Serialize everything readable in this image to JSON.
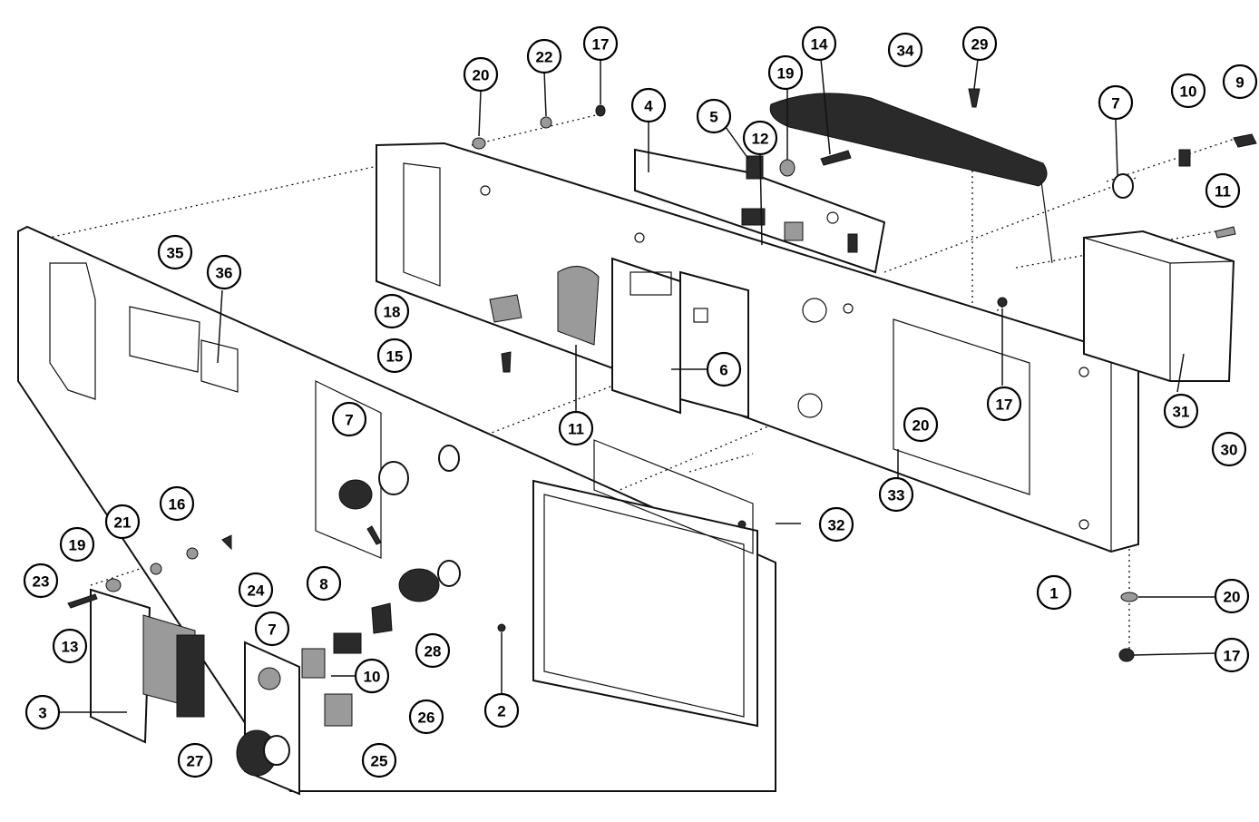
{
  "callouts": [
    {
      "id": "c1",
      "label": "20"
    },
    {
      "id": "c2",
      "label": "22"
    },
    {
      "id": "c3",
      "label": "17"
    },
    {
      "id": "c4",
      "label": "19"
    },
    {
      "id": "c5",
      "label": "14"
    },
    {
      "id": "c6",
      "label": "34"
    },
    {
      "id": "c7",
      "label": "29"
    },
    {
      "id": "c8",
      "label": "4"
    },
    {
      "id": "c9",
      "label": "5"
    },
    {
      "id": "c10",
      "label": "12"
    },
    {
      "id": "c11",
      "label": "7"
    },
    {
      "id": "c12",
      "label": "10"
    },
    {
      "id": "c13",
      "label": "9"
    },
    {
      "id": "c14",
      "label": "11"
    },
    {
      "id": "c15",
      "label": "35"
    },
    {
      "id": "c16",
      "label": "36"
    },
    {
      "id": "c17",
      "label": "18"
    },
    {
      "id": "c18",
      "label": "15"
    },
    {
      "id": "c19",
      "label": "6"
    },
    {
      "id": "c20",
      "label": "11"
    },
    {
      "id": "c21",
      "label": "7"
    },
    {
      "id": "c22",
      "label": "17"
    },
    {
      "id": "c23",
      "label": "20"
    },
    {
      "id": "c24",
      "label": "31"
    },
    {
      "id": "c25",
      "label": "30"
    },
    {
      "id": "c26",
      "label": "33"
    },
    {
      "id": "c27",
      "label": "32"
    },
    {
      "id": "c28",
      "label": "16"
    },
    {
      "id": "c29",
      "label": "21"
    },
    {
      "id": "c30",
      "label": "19"
    },
    {
      "id": "c31",
      "label": "23"
    },
    {
      "id": "c32",
      "label": "24"
    },
    {
      "id": "c33",
      "label": "8"
    },
    {
      "id": "c34",
      "label": "7"
    },
    {
      "id": "c35",
      "label": "13"
    },
    {
      "id": "c36",
      "label": "28"
    },
    {
      "id": "c37",
      "label": "10"
    },
    {
      "id": "c38",
      "label": "3"
    },
    {
      "id": "c39",
      "label": "26"
    },
    {
      "id": "c40",
      "label": "2"
    },
    {
      "id": "c41",
      "label": "27"
    },
    {
      "id": "c42",
      "label": "25"
    },
    {
      "id": "c43",
      "label": "1"
    },
    {
      "id": "c44",
      "label": "20"
    },
    {
      "id": "c45",
      "label": "17"
    }
  ]
}
